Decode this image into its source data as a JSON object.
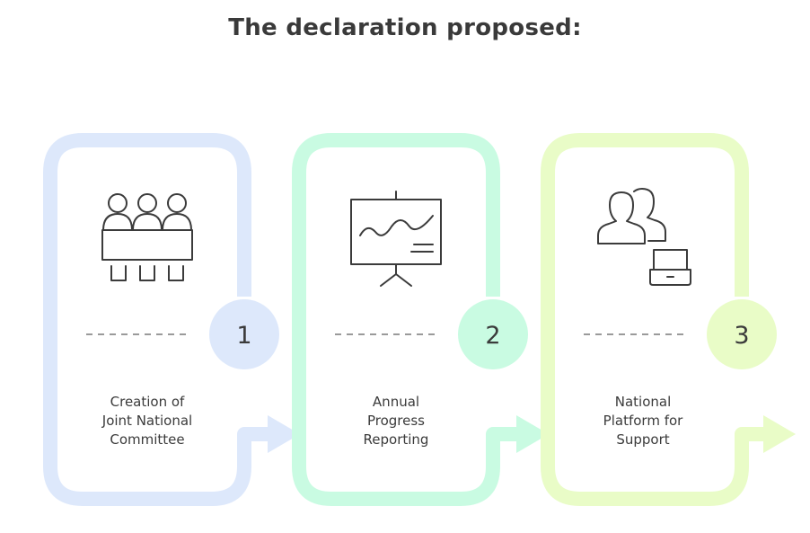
{
  "title": "The declaration proposed:",
  "steps": [
    {
      "number": "1",
      "label": "Creation of\nJoint National\nCommittee",
      "icon": "committee-meeting-icon",
      "color": "#dde8fb"
    },
    {
      "number": "2",
      "label": "Annual\nProgress\nReporting",
      "icon": "presentation-chart-icon",
      "color": "#c9fbe2"
    },
    {
      "number": "3",
      "label": "National\nPlatform for\nSupport",
      "icon": "users-laptop-icon",
      "color": "#e9fcc7"
    }
  ]
}
